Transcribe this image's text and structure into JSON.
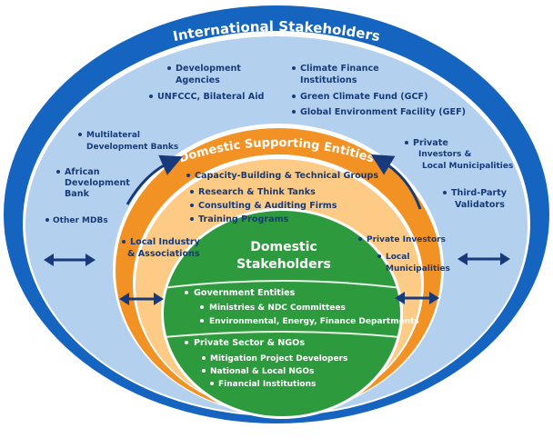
{
  "colors": {
    "outer_ring": "#1565c0",
    "outer_fill": "#b3d1ee",
    "orange_ring": "#f39224",
    "orange_fill": "#fdcb86",
    "green_fill": "#2e9a3e",
    "text_dark": "#173b7a",
    "arrow": "#173b7a"
  },
  "international": {
    "title": "International Stakeholders",
    "groups": [
      {
        "lines": [
          "Development",
          "Agencies"
        ]
      },
      {
        "lines": [
          "UNFCCC, Bilateral Aid"
        ]
      },
      {
        "lines": [
          "Climate Finance",
          "Institutions"
        ]
      },
      {
        "lines": [
          "Green Climate Fund (GCF)"
        ]
      },
      {
        "lines": [
          "Global Environment Facility (GEF)"
        ]
      },
      {
        "lines": [
          "Multilateral",
          "Development Banks"
        ]
      },
      {
        "lines": [
          "African",
          "Development",
          "Bank"
        ]
      },
      {
        "lines": [
          "Other MDBs"
        ]
      },
      {
        "lines": [
          "Private",
          "Investors &",
          "Local Municipalities"
        ]
      },
      {
        "lines": [
          "Third-Party",
          "Validators"
        ]
      }
    ]
  },
  "supporting": {
    "title": "Domestic Supporting Entities",
    "main_item": "Capacity-Building & Technical Groups",
    "sub_items": [
      "Research & Think Tanks",
      "Consulting & Auditing Firms",
      "Training Programs"
    ],
    "left_group": [
      "Local Industry",
      "& Associations"
    ],
    "right_item_1": "Private Investors",
    "right_item_2": [
      "Local",
      "Municipalities"
    ]
  },
  "domestic": {
    "title_line1": "Domestic",
    "title_line2": "Stakeholders",
    "section1": {
      "heading": "Government Entities",
      "items": [
        "Ministries & NDC Committees",
        "Environmental, Energy, Finance Departments"
      ]
    },
    "section2": {
      "heading": "Private Sector & NGOs",
      "items": [
        "Mitigation Project Developers",
        "National & Local NGOs",
        "Financial Institutions"
      ]
    }
  },
  "arrows": {
    "outer_left": "bidirectional-arrow",
    "outer_right": "bidirectional-arrow",
    "inner_left": "bidirectional-arrow",
    "inner_right": "bidirectional-arrow",
    "curved_left": "curved-arrow-up-right",
    "curved_right": "curved-arrow-up-left"
  }
}
